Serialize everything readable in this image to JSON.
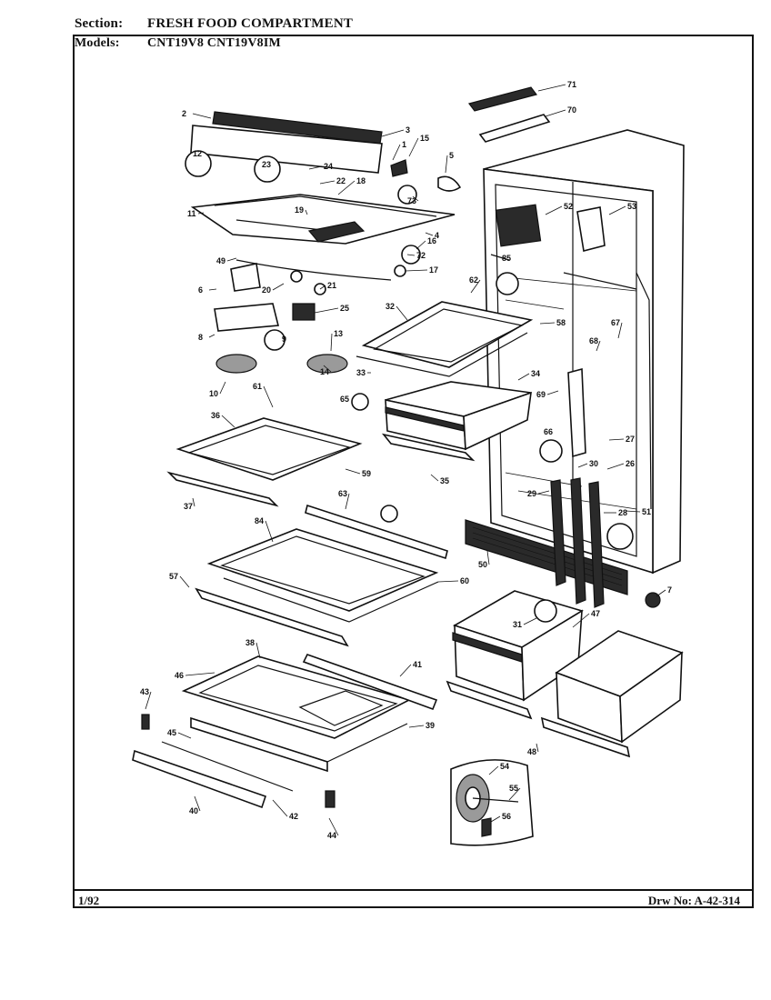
{
  "header": {
    "section_label": "Section:",
    "section_value": "FRESH FOOD COMPARTMENT",
    "models_label": "Models:",
    "models_value": "CNT19V8   CNT19V8IM"
  },
  "footer": {
    "date": "1/92",
    "drawing_number": "Drw No: A-42-314"
  },
  "callouts": [
    "71",
    "70",
    "2",
    "3",
    "1",
    "15",
    "5",
    "12",
    "23",
    "24",
    "22",
    "18",
    "73",
    "11",
    "19",
    "4",
    "16",
    "72",
    "49",
    "17",
    "85",
    "52",
    "53",
    "6",
    "20",
    "21",
    "62",
    "32",
    "58",
    "25",
    "67",
    "8",
    "9",
    "68",
    "13",
    "14",
    "33",
    "34",
    "10",
    "61",
    "65",
    "69",
    "36",
    "27",
    "66",
    "59",
    "30",
    "26",
    "37",
    "35",
    "29",
    "51",
    "63",
    "28",
    "84",
    "50",
    "7",
    "57",
    "60",
    "31",
    "47",
    "38",
    "41",
    "46",
    "43",
    "45",
    "39",
    "48",
    "54",
    "55",
    "56",
    "40",
    "42",
    "44"
  ]
}
